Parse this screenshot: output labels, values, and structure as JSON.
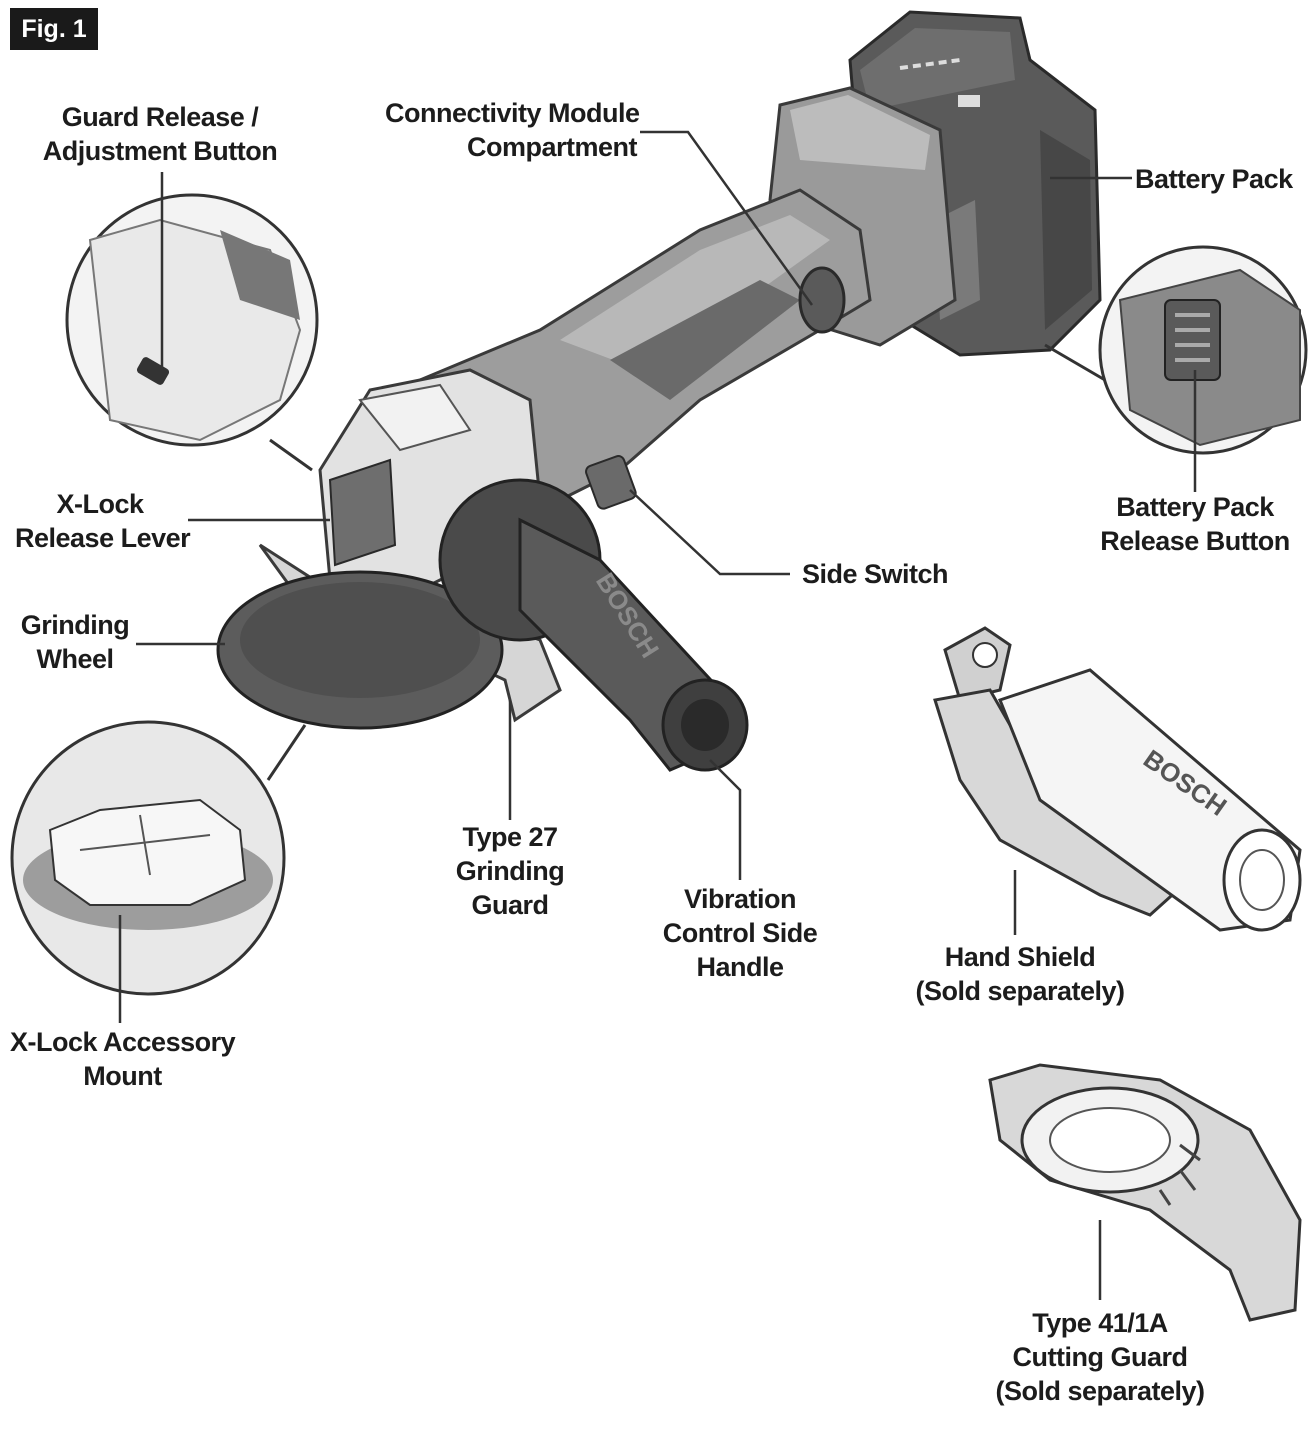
{
  "figure": {
    "label": "Fig. 1"
  },
  "labels": {
    "guard_release": [
      "Guard Release /",
      "Adjustment Button"
    ],
    "connectivity": [
      "Connectivity Module",
      "Compartment"
    ],
    "battery_pack": [
      "Battery Pack"
    ],
    "battery_release": [
      "Battery Pack",
      "Release Button"
    ],
    "xlock_lever": [
      "X-Lock",
      "Release Lever"
    ],
    "side_switch": [
      "Side Switch"
    ],
    "grinding_wheel": [
      "Grinding",
      "Wheel"
    ],
    "type27_guard": [
      "Type 27",
      "Grinding",
      "Guard"
    ],
    "vibration_handle": [
      "Vibration",
      "Control Side",
      "Handle"
    ],
    "hand_shield": [
      "Hand Shield",
      "(Sold separately)"
    ],
    "xlock_mount": [
      "X-Lock Accessory",
      "Mount"
    ],
    "type41_guard": [
      "Type 41/1A",
      "Cutting Guard",
      "(Sold separately)"
    ]
  },
  "brand_mark": "BOSCH",
  "colors": {
    "ink": "#1c1c1c",
    "dark": "#4a4a4a",
    "mid": "#8a8a8a",
    "light": "#c8c8c8",
    "pale": "#e6e6e6"
  }
}
